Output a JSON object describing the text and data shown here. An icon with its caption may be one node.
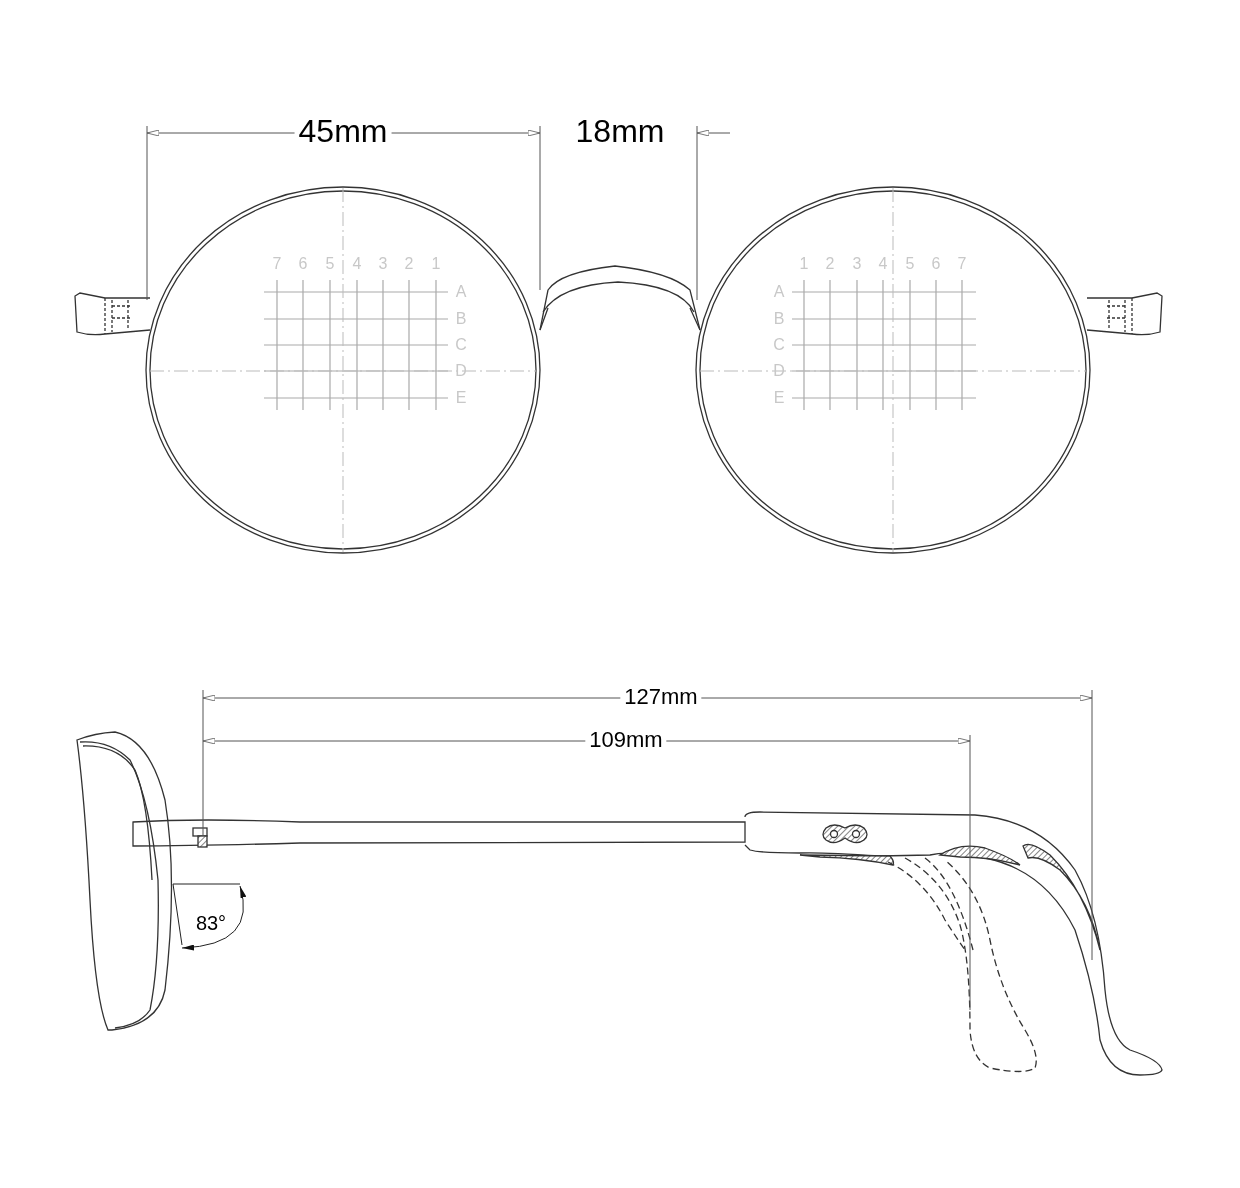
{
  "diagram": {
    "labels": [
      "45mm",
      "18mm",
      "7",
      "6",
      "5",
      "4",
      "3",
      "2",
      "1",
      "1",
      "2",
      "3",
      "4",
      "5",
      "6",
      "7",
      "A",
      "A",
      "B",
      "B",
      "C",
      "C",
      "D",
      "D",
      "E",
      "E",
      "127mm",
      "109mm",
      "83°"
    ]
  }
}
